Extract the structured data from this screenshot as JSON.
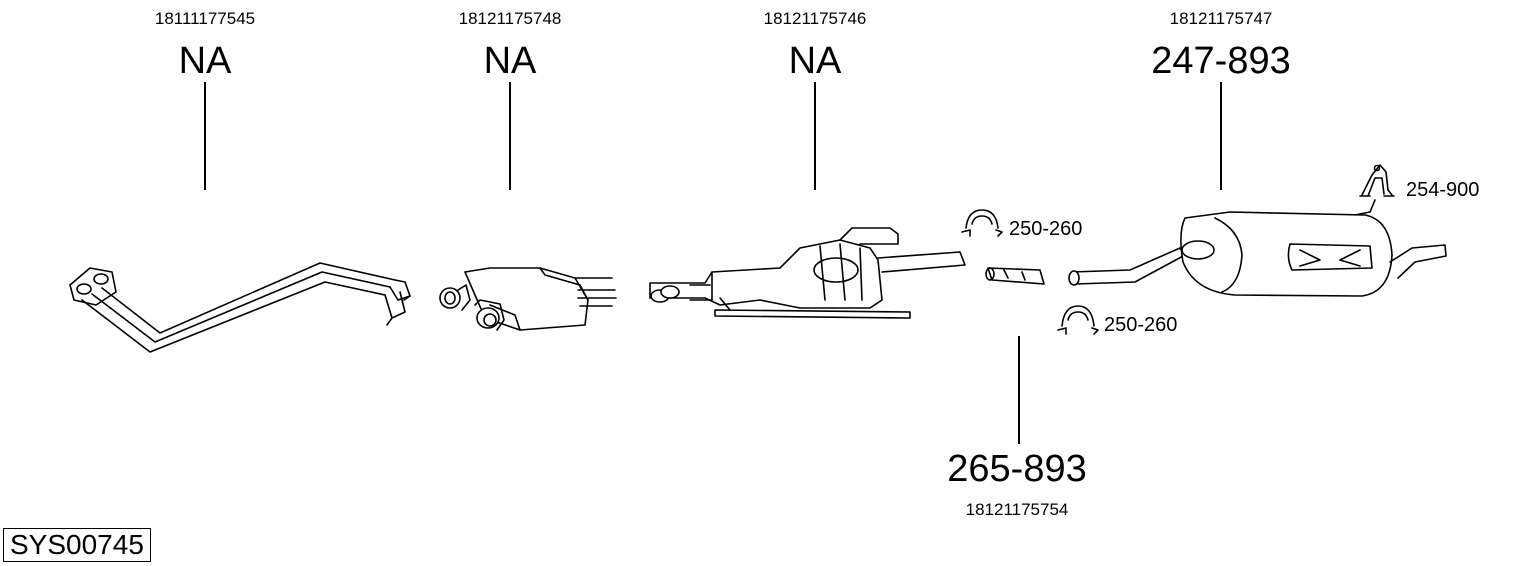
{
  "parts": [
    {
      "oe": "18111177545",
      "ref": "NA"
    },
    {
      "oe": "18121175748",
      "ref": "NA"
    },
    {
      "oe": "18121175746",
      "ref": "NA"
    },
    {
      "oe": "18121175747",
      "ref": "247-893"
    },
    {
      "oe": "18121175754",
      "ref": "265-893"
    }
  ],
  "accessories": {
    "clamp_top": "250-260",
    "clamp_bottom": "250-260",
    "hanger": "254-900"
  },
  "system_id": "SYS00745"
}
